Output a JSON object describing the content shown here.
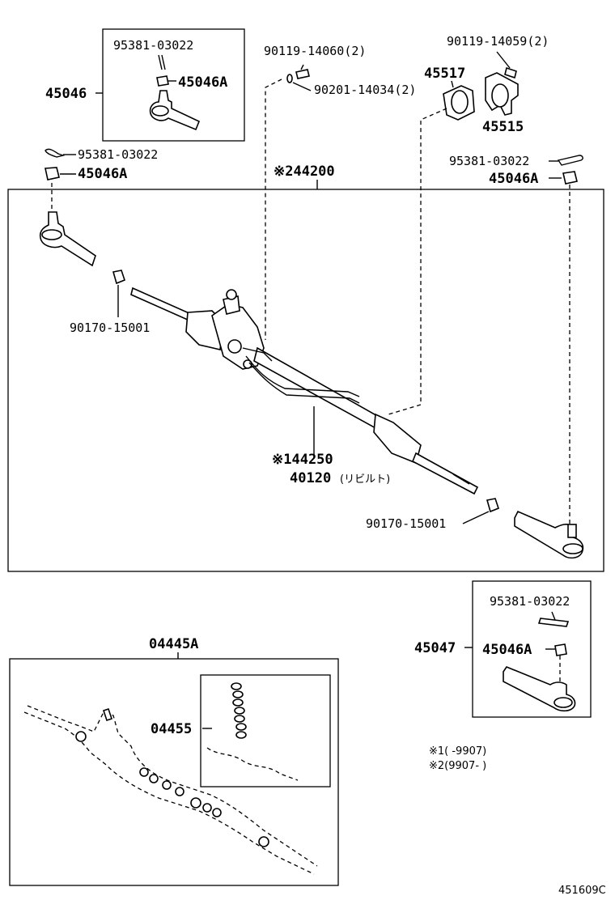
{
  "labels": {
    "p95381_topbox": "95381-03022",
    "p45046": "45046",
    "p45046A_topbox": "45046A",
    "p90119_14060": "90119-14060(2)",
    "p90201_14034": "90201-14034(2)",
    "p45517": "45517",
    "p90119_14059": "90119-14059(2)",
    "p45515": "45515",
    "p95381_left": "95381-03022",
    "p45046A_left": "45046A",
    "p44200": "※244200",
    "p95381_right": "95381-03022",
    "p45046A_right": "45046A",
    "p90170_left": "90170-15001",
    "p44250": "※144250",
    "p40120": "40120",
    "p40120_note": "(リビルト)",
    "p90170_right": "90170-15001",
    "p04445A": "04445A",
    "p04455": "04455",
    "p95381_botbox": "95381-03022",
    "p45047": "45047",
    "p45046A_botbox": "45046A",
    "note1": "※1(  -9907)",
    "note2": "※2(9907-  )",
    "ref_code": "451609C"
  },
  "icons": [
    "tie-rod-end-icon",
    "nut-icon",
    "cotter-pin-icon",
    "bolt-icon",
    "washer-icon",
    "bracket-icon",
    "bushing-icon",
    "steering-rack-icon",
    "rack-housing-icon",
    "seal-kit-icon"
  ]
}
